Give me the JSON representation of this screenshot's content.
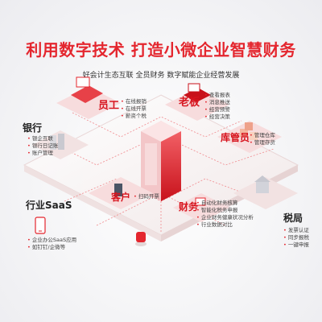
{
  "title": "利用数字技术 打造小微企业智慧财务",
  "subtitle": "好会计生态互联 全员财务 数字赋能企业经营发展",
  "brand_color": "#e4262e",
  "nodes": {
    "staff": {
      "label": "员工",
      "items": [
        "在线报销",
        "在线开票",
        "薪资个税"
      ]
    },
    "boss": {
      "label": "老板",
      "items": [
        "查看报表",
        "消息推送",
        "经营预警",
        "经营决策"
      ]
    },
    "bank": {
      "label": "银行",
      "items": [
        "银企互联",
        "银行日记账",
        "账户管理"
      ]
    },
    "warehouse": {
      "label": "库管员",
      "items": [
        "管理仓库",
        "管理存货"
      ]
    },
    "customer": {
      "label": "客户",
      "items": [
        "扫码开票"
      ]
    },
    "finance": {
      "label": "财务",
      "items": [
        "自动化财务核算",
        "智能化税务申报",
        "企业财务健康状况分析",
        "行业数据对比"
      ]
    },
    "tax": {
      "label": "税局",
      "items": [
        "发票认证",
        "同步报税",
        "一键申报"
      ]
    },
    "saas": {
      "label": "行业SaaS",
      "items": [
        "企业办公SaaS应用",
        "如钉钉/企微等"
      ]
    }
  }
}
